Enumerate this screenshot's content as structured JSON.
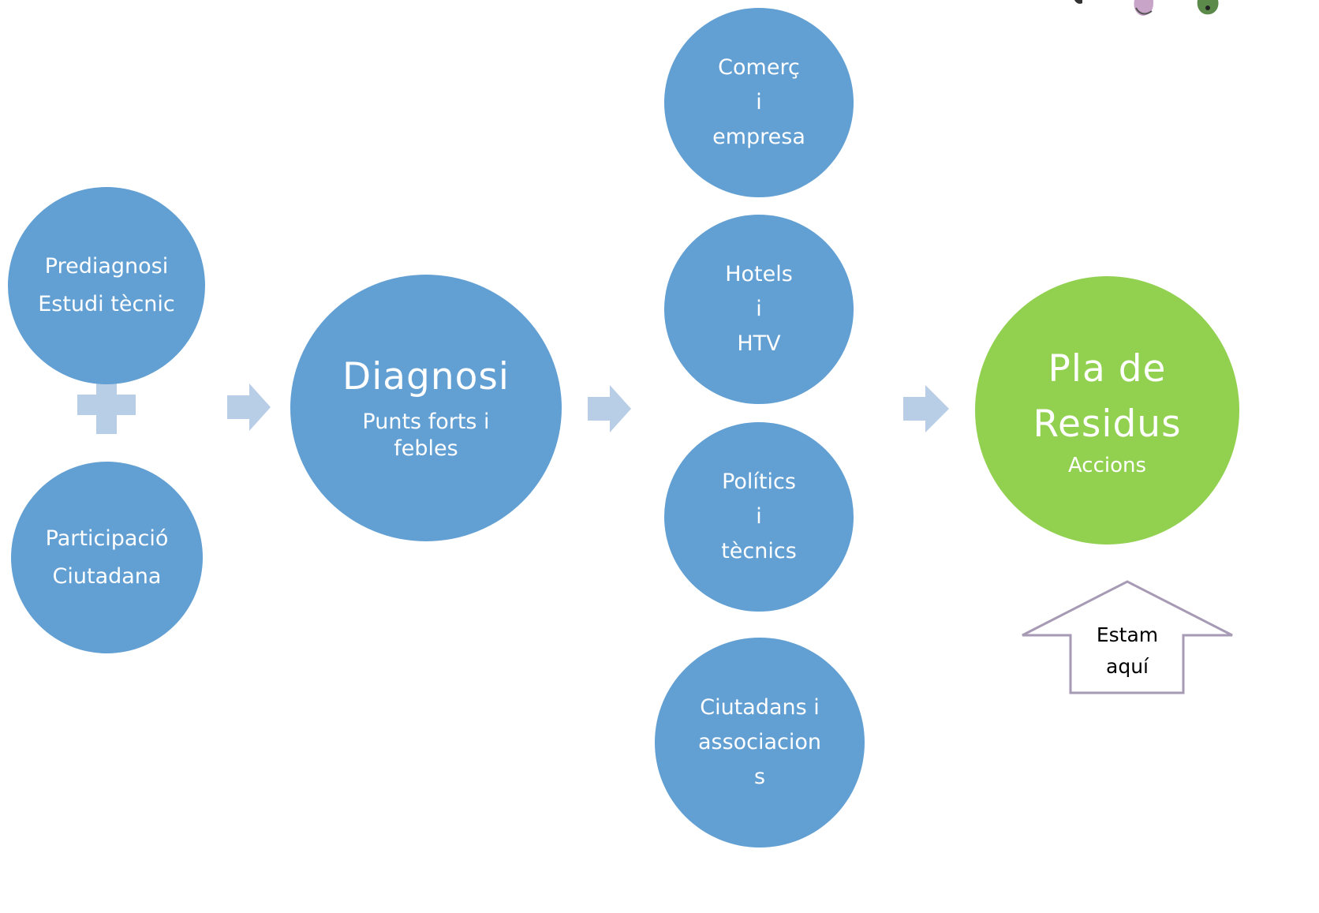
{
  "nodes": {
    "prediagnosi": {
      "lines": [
        "Prediagnosi",
        "Estudi tècnic"
      ]
    },
    "participacio": {
      "lines": [
        "Participació",
        "Ciutadana"
      ]
    },
    "diagnosi": {
      "title": "Diagnosi",
      "subtitle_lines": [
        "Punts forts i",
        "febles"
      ]
    },
    "comerc": {
      "lines": [
        "Comerç",
        "i",
        "empresa"
      ]
    },
    "hotels": {
      "lines": [
        "Hotels",
        "i",
        "HTV"
      ]
    },
    "politics": {
      "lines": [
        "Polítics",
        "i",
        "tècnics"
      ]
    },
    "ciutadans": {
      "lines": [
        "Ciutadans i",
        "associacion",
        "s"
      ]
    },
    "pla": {
      "title_lines": [
        "Pla de",
        "Residus"
      ],
      "subtitle": "Accions"
    }
  },
  "callout": {
    "lines": [
      "Estam",
      "aquí"
    ]
  },
  "colors": {
    "circle_blue": "#629fd3",
    "circle_green": "#92d050",
    "connector": "#b8cde6",
    "callout_outline": "#a69ab4",
    "text_light": "#ffffff",
    "text_dark": "#000000"
  },
  "icons": [
    "plus-icon",
    "arrow-right-icon",
    "arrow-up-callout"
  ]
}
